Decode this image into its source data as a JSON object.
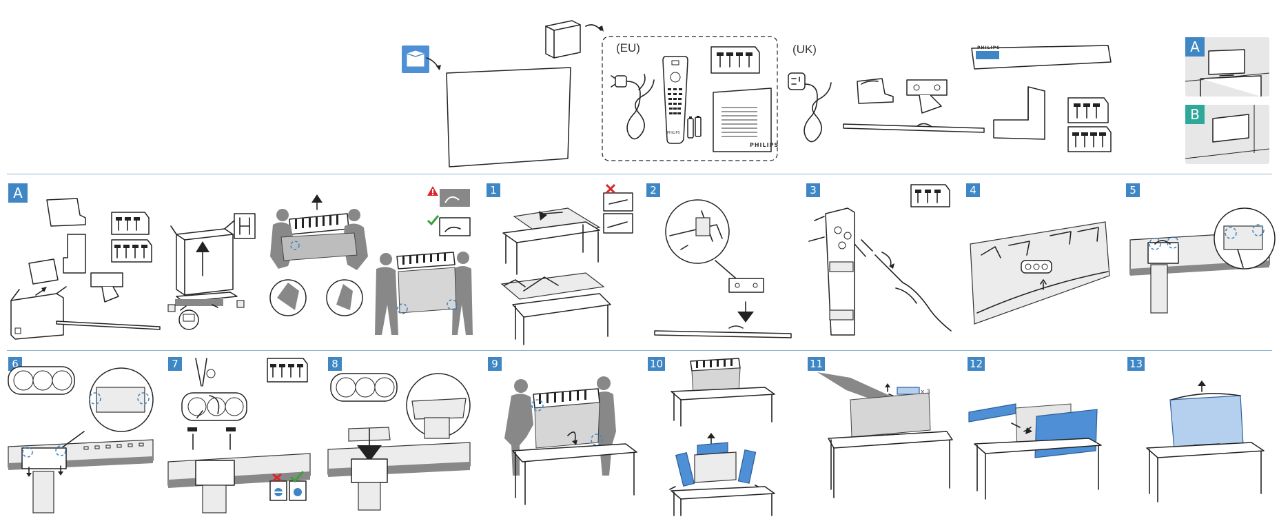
{
  "header": {
    "label_eu": "(EU)",
    "label_uk": "(UK)",
    "brand_manual": "PHILIPS",
    "brand_remote": "PHILIPS",
    "brand_box": "PHILIPS",
    "option_a": "A",
    "option_b": "B"
  },
  "row2": {
    "section": "A",
    "steps": [
      "1",
      "2",
      "3",
      "4",
      "5"
    ]
  },
  "row3": {
    "steps": [
      "6",
      "7",
      "8",
      "9",
      "10",
      "11",
      "12",
      "13"
    ],
    "film_count": "x 3"
  },
  "colors": {
    "accent_blue": "#3f86c4",
    "accent_teal": "#2fa89a",
    "warning_red": "#d9262c",
    "ok_green": "#3aa13a",
    "divider": "#8fb3cc"
  },
  "icons": {
    "no_tool": "cross-icon",
    "ok": "check-icon",
    "warning": "warning-triangle-icon"
  }
}
